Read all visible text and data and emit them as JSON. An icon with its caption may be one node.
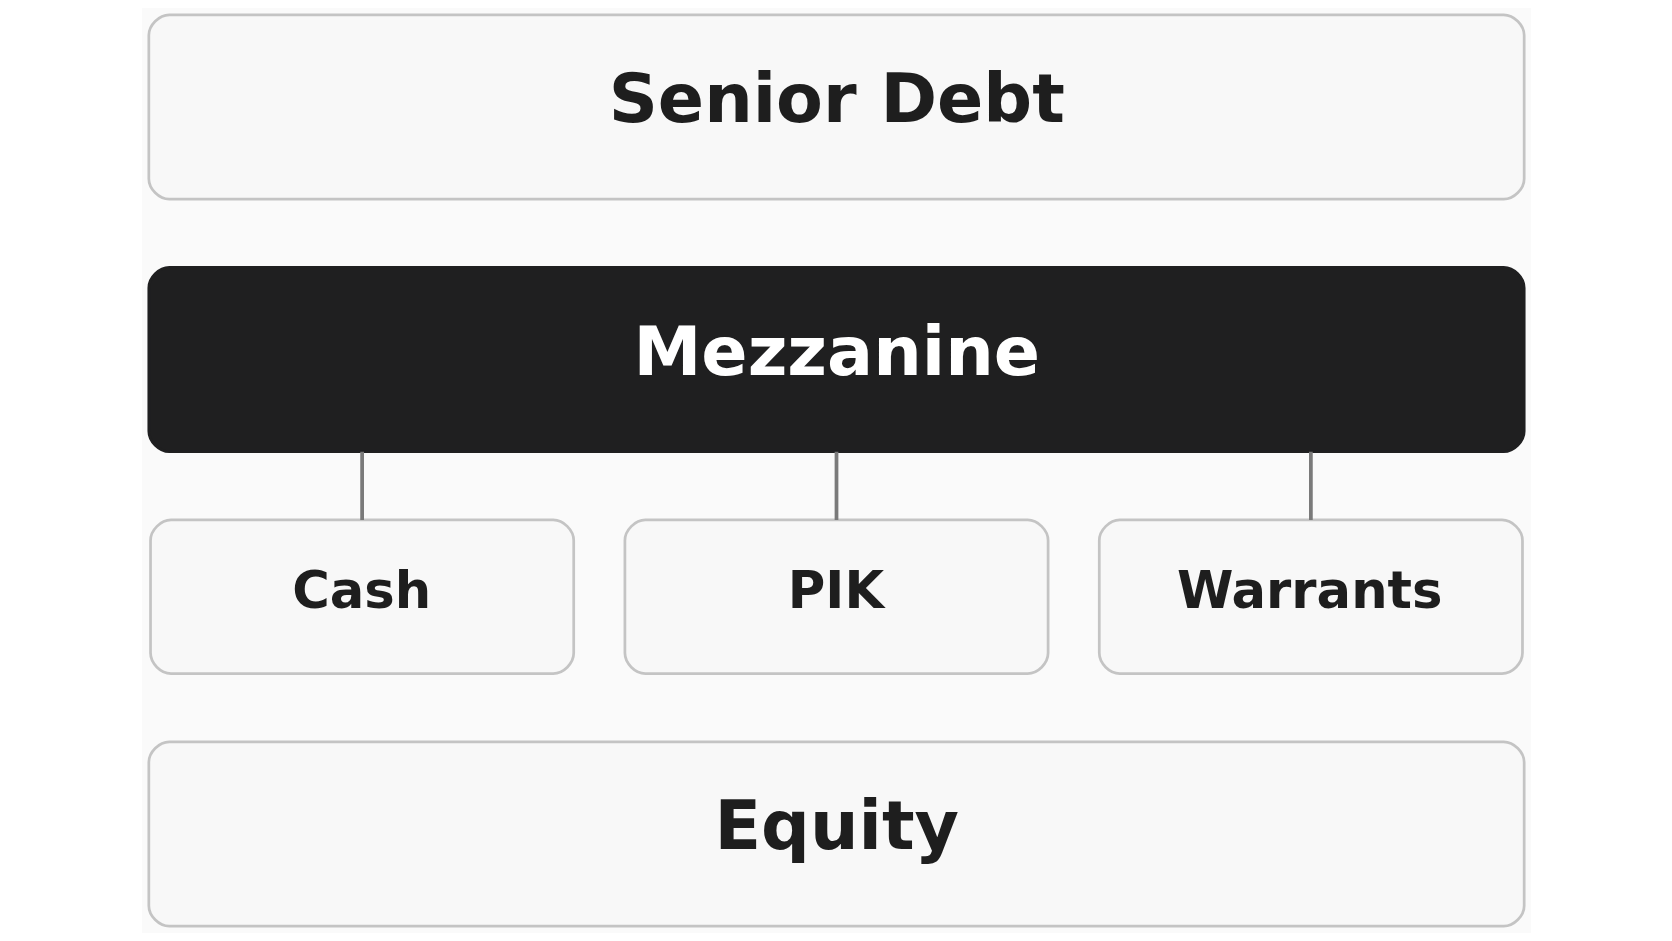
{
  "diagram": {
    "nodes": [
      {
        "text": [
          "Senior Debt"
        ]
      },
      {
        "text": [
          "Mezzanine"
        ]
      },
      {
        "text": [
          "Cash"
        ]
      },
      {
        "text": [
          "PIK"
        ]
      },
      {
        "text": [
          "Warrants"
        ]
      },
      {
        "text": [
          "Equity"
        ]
      }
    ],
    "edges": [
      {
        "from": 1,
        "to": 2,
        "arrow": "none"
      },
      {
        "from": 1,
        "to": 3,
        "arrow": "none"
      },
      {
        "from": 1,
        "to": 4,
        "arrow": "none"
      }
    ]
  }
}
